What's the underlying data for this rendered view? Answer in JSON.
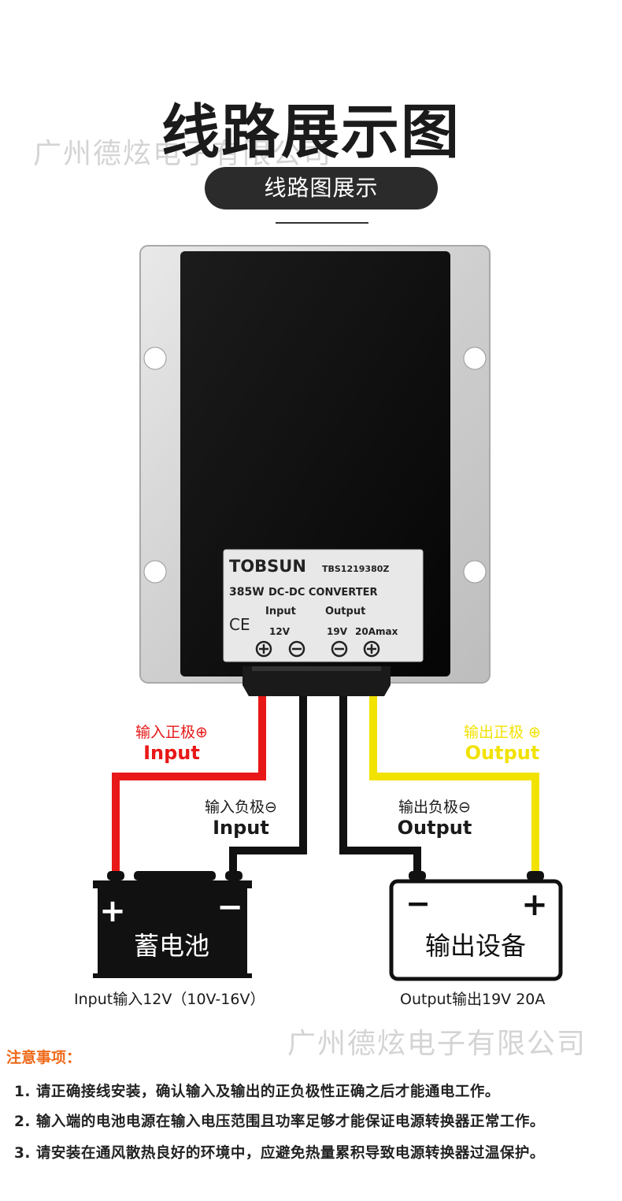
{
  "title": "线路展示图",
  "subtitle_pill": "线路图展示",
  "watermark_text": "广州德炫电子有限公司",
  "device": {
    "brand": "TOBSUN",
    "model": "TBS1219380Z",
    "power": "385W",
    "product": "DC-DC CONVERTER",
    "input_label": "Input",
    "output_label": "Output",
    "input_voltage": "12V",
    "output_voltage": "19V",
    "output_current": "20Amax",
    "ce_mark": "CE"
  },
  "wires": {
    "input_positive": {
      "cn": "输入正极⊕",
      "en": "Input",
      "color": "#e81818"
    },
    "input_negative": {
      "cn": "输入负极⊖",
      "en": "Input",
      "color": "#111111"
    },
    "output_positive": {
      "cn": "输出正极 ⊕",
      "en": "Output",
      "color": "#f2e200"
    },
    "output_negative": {
      "cn": "输出负极⊖",
      "en": "Output",
      "color": "#111111"
    }
  },
  "battery": {
    "label": "蓄电池",
    "plus": "+",
    "minus": "−",
    "caption": "Input输入12V（10V-16V）"
  },
  "output_device": {
    "label": "输出设备",
    "plus": "+",
    "minus": "−",
    "caption": "Output输出19V 20A"
  },
  "notes": {
    "title": "注意事项：",
    "items": [
      "1. 请正确接线安装，确认输入及输出的正负极性正确之后才能通电工作。",
      "2. 输入端的电池电源在输入电压范围且功率足够才能保证电源转换器正常工作。",
      "3. 请安装在通风散热良好的环境中，应避免热量累积导致电源转换器过温保护。"
    ]
  },
  "colors": {
    "accent_orange": "#f06a1a",
    "pill_bg": "#2b2b2b",
    "wire_red": "#e81818",
    "wire_yellow": "#f2e200"
  }
}
